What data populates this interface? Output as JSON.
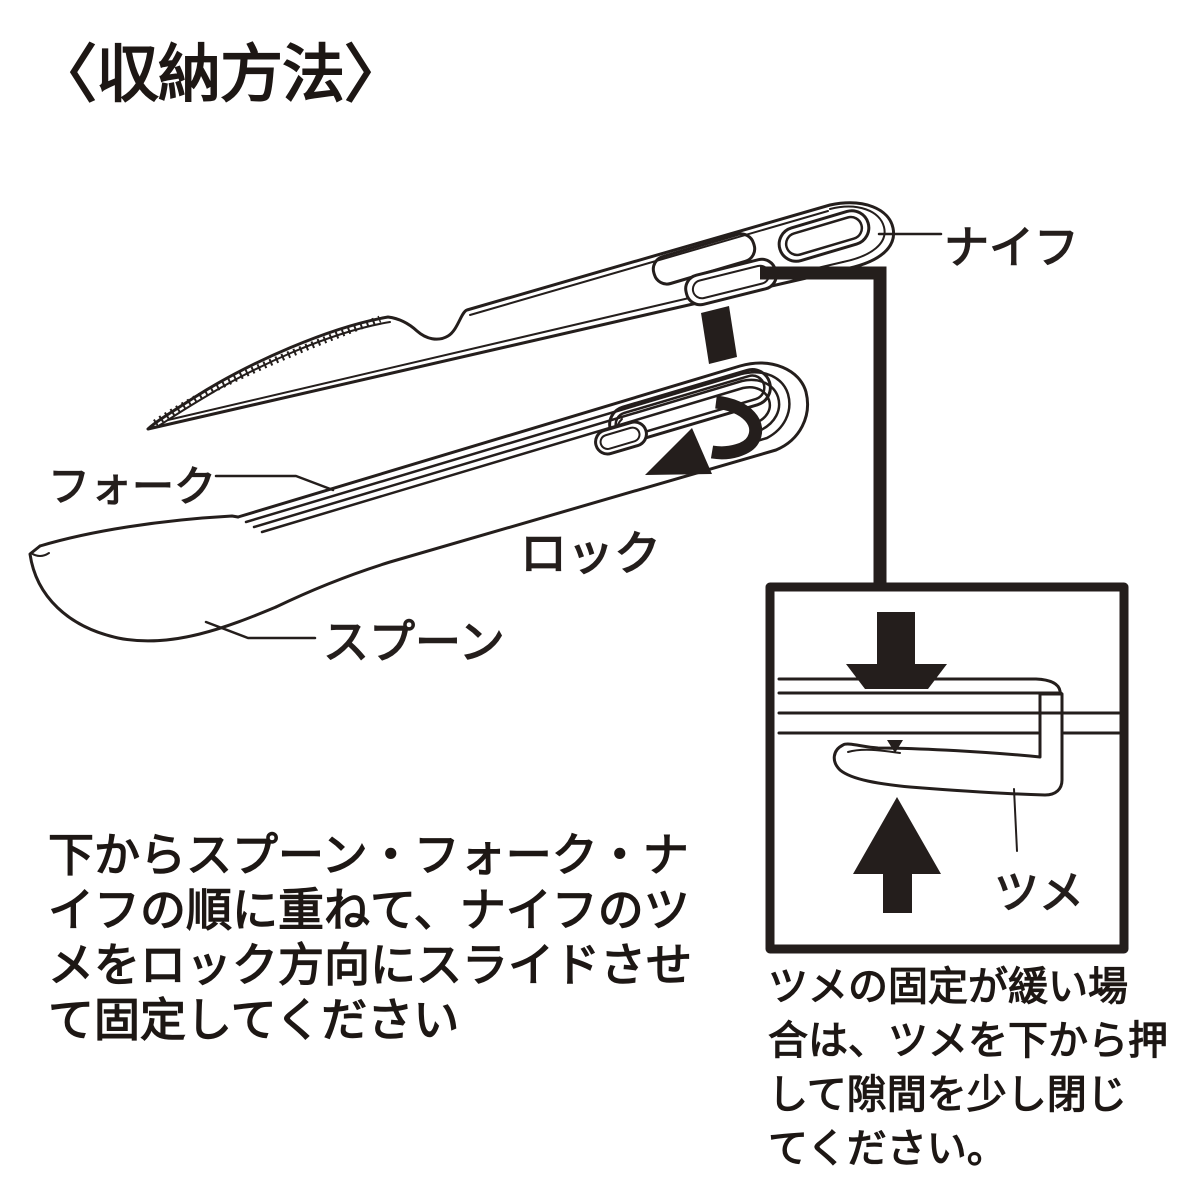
{
  "title": "〈収納方法〉",
  "labels": {
    "knife": "ナイフ",
    "fork": "フォーク",
    "spoon": "スプーン",
    "lock": "ロック",
    "claw": "ツメ"
  },
  "instructions": {
    "main_lines": [
      "下からスプーン・フォーク・ナ",
      "イフの順に重ねて、ナイフのツ",
      "メをロック方向にスライドさせ",
      "て固定してください"
    ],
    "note_lines": [
      "ツメの固定が緩い場",
      "合は、ツメを下から押",
      "して隙間を少し閉じ",
      "てください。"
    ]
  },
  "colors": {
    "ink": "#241e1c",
    "background": "#ffffff"
  }
}
